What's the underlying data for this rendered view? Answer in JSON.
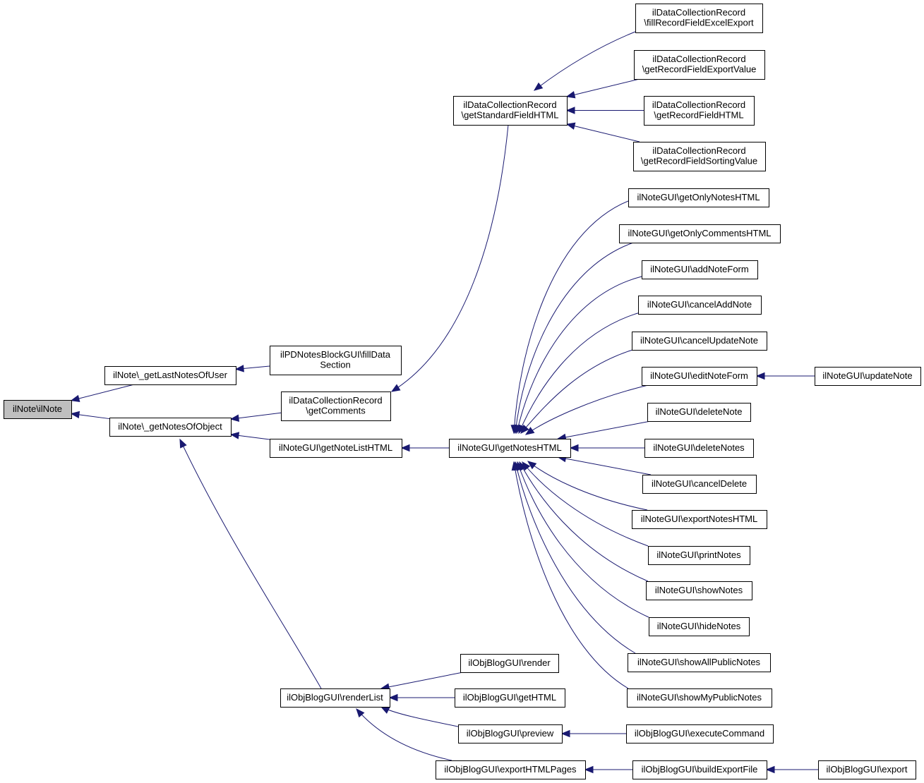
{
  "nodes": [
    {
      "id": "root",
      "lines": [
        "ilNote\\ilNote"
      ],
      "root": true
    },
    {
      "id": "lastNotes",
      "lines": [
        "ilNote\\_getLastNotesOfUser"
      ]
    },
    {
      "id": "notesOfObject",
      "lines": [
        "ilNote\\_getNotesOfObject"
      ]
    },
    {
      "id": "pdNotes",
      "lines": [
        "ilPDNotesBlockGUI\\fillData",
        "Section"
      ]
    },
    {
      "id": "dcGetComments",
      "lines": [
        "ilDataCollectionRecord",
        "\\getComments"
      ]
    },
    {
      "id": "noteListHTML",
      "lines": [
        "ilNoteGUI\\getNoteListHTML"
      ]
    },
    {
      "id": "renderList",
      "lines": [
        "ilObjBlogGUI\\renderList"
      ]
    },
    {
      "id": "dcStdField",
      "lines": [
        "ilDataCollectionRecord",
        "\\getStandardFieldHTML"
      ]
    },
    {
      "id": "getNotesHTML",
      "lines": [
        "ilNoteGUI\\getNotesHTML"
      ]
    },
    {
      "id": "dcExcel",
      "lines": [
        "ilDataCollectionRecord",
        "\\fillRecordFieldExcelExport"
      ]
    },
    {
      "id": "dcExportValue",
      "lines": [
        "ilDataCollectionRecord",
        "\\getRecordFieldExportValue"
      ]
    },
    {
      "id": "dcFieldHTML",
      "lines": [
        "ilDataCollectionRecord",
        "\\getRecordFieldHTML"
      ]
    },
    {
      "id": "dcSorting",
      "lines": [
        "ilDataCollectionRecord",
        "\\getRecordFieldSortingValue"
      ]
    },
    {
      "id": "onlyNotes",
      "lines": [
        "ilNoteGUI\\getOnlyNotesHTML"
      ]
    },
    {
      "id": "onlyComments",
      "lines": [
        "ilNoteGUI\\getOnlyCommentsHTML"
      ]
    },
    {
      "id": "addNoteForm",
      "lines": [
        "ilNoteGUI\\addNoteForm"
      ]
    },
    {
      "id": "cancelAddNote",
      "lines": [
        "ilNoteGUI\\cancelAddNote"
      ]
    },
    {
      "id": "cancelUpdateNote",
      "lines": [
        "ilNoteGUI\\cancelUpdateNote"
      ]
    },
    {
      "id": "editNoteForm",
      "lines": [
        "ilNoteGUI\\editNoteForm"
      ]
    },
    {
      "id": "deleteNote",
      "lines": [
        "ilNoteGUI\\deleteNote"
      ]
    },
    {
      "id": "deleteNotes",
      "lines": [
        "ilNoteGUI\\deleteNotes"
      ]
    },
    {
      "id": "cancelDelete",
      "lines": [
        "ilNoteGUI\\cancelDelete"
      ]
    },
    {
      "id": "exportNotesHTML",
      "lines": [
        "ilNoteGUI\\exportNotesHTML"
      ]
    },
    {
      "id": "printNotes",
      "lines": [
        "ilNoteGUI\\printNotes"
      ]
    },
    {
      "id": "showNotes",
      "lines": [
        "ilNoteGUI\\showNotes"
      ]
    },
    {
      "id": "hideNotes",
      "lines": [
        "ilNoteGUI\\hideNotes"
      ]
    },
    {
      "id": "showAllPublic",
      "lines": [
        "ilNoteGUI\\showAllPublicNotes"
      ]
    },
    {
      "id": "showMyPublic",
      "lines": [
        "ilNoteGUI\\showMyPublicNotes"
      ]
    },
    {
      "id": "updateNote",
      "lines": [
        "ilNoteGUI\\updateNote"
      ]
    },
    {
      "id": "blogRender",
      "lines": [
        "ilObjBlogGUI\\render"
      ]
    },
    {
      "id": "blogGetHTML",
      "lines": [
        "ilObjBlogGUI\\getHTML"
      ]
    },
    {
      "id": "blogPreview",
      "lines": [
        "ilObjBlogGUI\\preview"
      ]
    },
    {
      "id": "blogExportPages",
      "lines": [
        "ilObjBlogGUI\\exportHTMLPages"
      ]
    },
    {
      "id": "blogExecute",
      "lines": [
        "ilObjBlogGUI\\executeCommand"
      ]
    },
    {
      "id": "blogBuildExport",
      "lines": [
        "ilObjBlogGUI\\buildExportFile"
      ]
    },
    {
      "id": "blogExport",
      "lines": [
        "ilObjBlogGUI\\export"
      ]
    }
  ],
  "edges": [
    {
      "from": "lastNotes",
      "to": "root"
    },
    {
      "from": "notesOfObject",
      "to": "root"
    },
    {
      "from": "pdNotes",
      "to": "lastNotes"
    },
    {
      "from": "dcGetComments",
      "to": "notesOfObject"
    },
    {
      "from": "noteListHTML",
      "to": "notesOfObject"
    },
    {
      "from": "renderList",
      "to": "notesOfObject"
    },
    {
      "from": "dcStdField",
      "to": "dcGetComments"
    },
    {
      "from": "getNotesHTML",
      "to": "noteListHTML"
    },
    {
      "from": "dcExcel",
      "to": "dcStdField"
    },
    {
      "from": "dcExportValue",
      "to": "dcStdField"
    },
    {
      "from": "dcFieldHTML",
      "to": "dcStdField"
    },
    {
      "from": "dcSorting",
      "to": "dcStdField"
    },
    {
      "from": "onlyNotes",
      "to": "getNotesHTML"
    },
    {
      "from": "onlyComments",
      "to": "getNotesHTML"
    },
    {
      "from": "addNoteForm",
      "to": "getNotesHTML"
    },
    {
      "from": "cancelAddNote",
      "to": "getNotesHTML"
    },
    {
      "from": "cancelUpdateNote",
      "to": "getNotesHTML"
    },
    {
      "from": "editNoteForm",
      "to": "getNotesHTML"
    },
    {
      "from": "deleteNote",
      "to": "getNotesHTML"
    },
    {
      "from": "deleteNotes",
      "to": "getNotesHTML"
    },
    {
      "from": "cancelDelete",
      "to": "getNotesHTML"
    },
    {
      "from": "exportNotesHTML",
      "to": "getNotesHTML"
    },
    {
      "from": "printNotes",
      "to": "getNotesHTML"
    },
    {
      "from": "showNotes",
      "to": "getNotesHTML"
    },
    {
      "from": "hideNotes",
      "to": "getNotesHTML"
    },
    {
      "from": "showAllPublic",
      "to": "getNotesHTML"
    },
    {
      "from": "showMyPublic",
      "to": "getNotesHTML"
    },
    {
      "from": "updateNote",
      "to": "editNoteForm"
    },
    {
      "from": "blogRender",
      "to": "renderList"
    },
    {
      "from": "blogGetHTML",
      "to": "renderList"
    },
    {
      "from": "blogPreview",
      "to": "renderList"
    },
    {
      "from": "blogExportPages",
      "to": "renderList"
    },
    {
      "from": "blogExecute",
      "to": "blogPreview"
    },
    {
      "from": "blogBuildExport",
      "to": "blogExportPages"
    },
    {
      "from": "blogExport",
      "to": "blogBuildExport"
    }
  ],
  "colors": {
    "edge": "#191970",
    "root_fill": "#bfbfbf",
    "node_fill": "#ffffff",
    "node_stroke": "#000000"
  }
}
